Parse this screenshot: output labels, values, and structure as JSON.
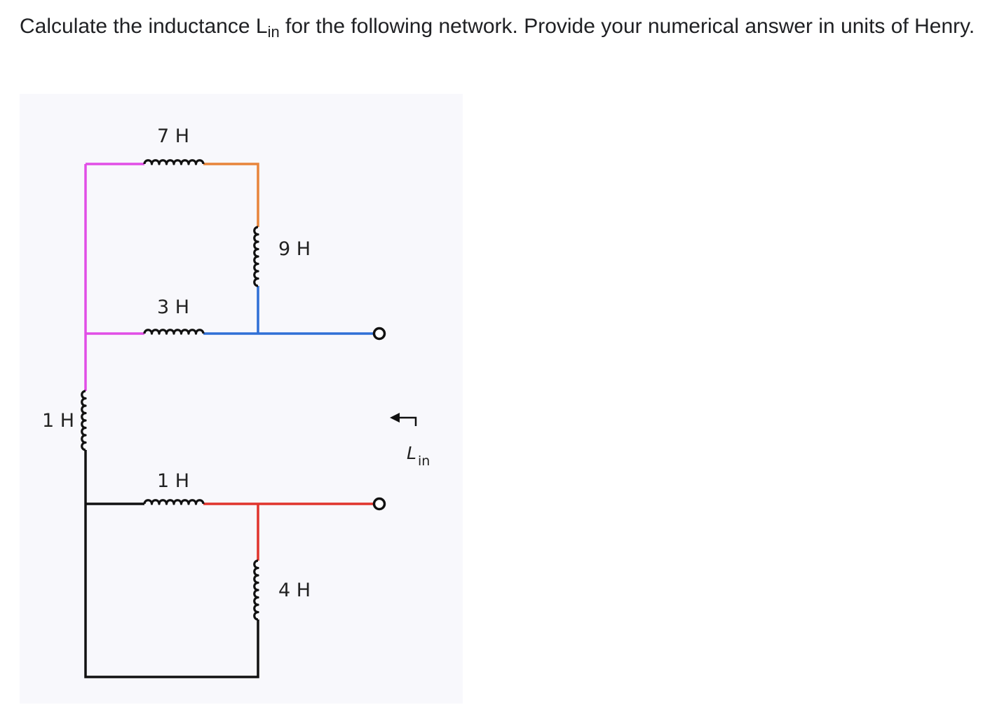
{
  "question": {
    "text_before": "Calculate the inductance L",
    "subscript": "in",
    "text_after": " for the following network. Provide your numerical answer in units of Henry."
  },
  "circuit": {
    "inductors": [
      {
        "id": "top",
        "label": "7 H"
      },
      {
        "id": "right-upper",
        "label": "9 H"
      },
      {
        "id": "middle",
        "label": "3 H"
      },
      {
        "id": "left",
        "label": "1 H"
      },
      {
        "id": "lower",
        "label": "1 H"
      },
      {
        "id": "right-lower",
        "label": "4 H"
      }
    ],
    "input_label_main": "L",
    "input_label_sub": "in",
    "colors": {
      "magenta": "#e14ee6",
      "orange": "#e8843a",
      "blue": "#2f6fd6",
      "red": "#e0342c",
      "black": "#111111"
    }
  }
}
